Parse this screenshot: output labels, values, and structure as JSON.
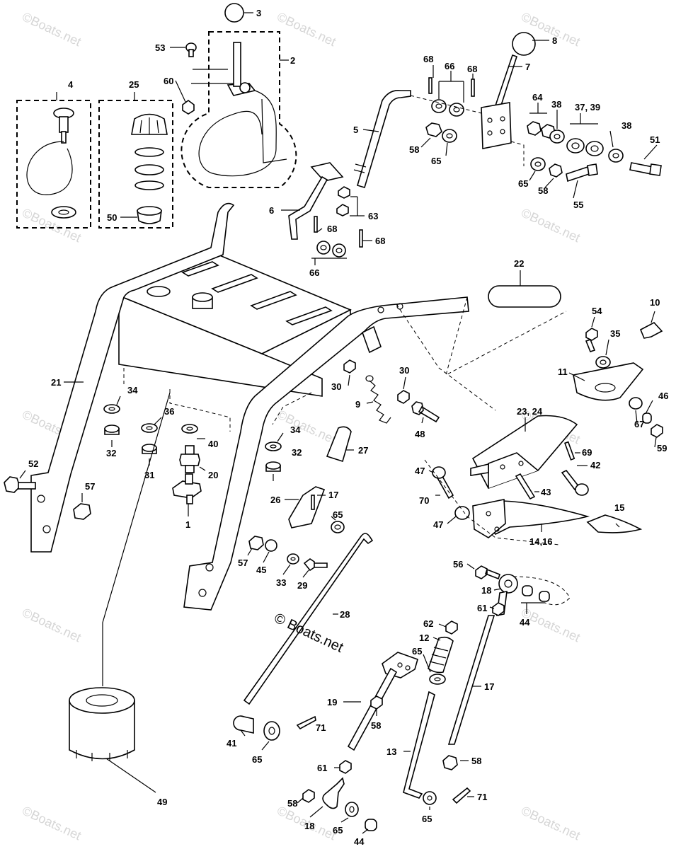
{
  "watermark": "©Boats.net",
  "copyright": "© Boats.net",
  "labels": {
    "l1": "1",
    "l2": "2",
    "l3": "3",
    "l4": "4",
    "l5": "5",
    "l6": "6",
    "l7": "7",
    "l8": "8",
    "l9": "9",
    "l10": "10",
    "l11": "11",
    "l12": "12",
    "l13": "13",
    "l1416": "14,16",
    "l15": "15",
    "l17a": "17",
    "l17b": "17",
    "l18a": "18",
    "l18b": "18",
    "l19": "19",
    "l20": "20",
    "l21": "21",
    "l22": "22",
    "l2324": "23, 24",
    "l25": "25",
    "l26": "26",
    "l27": "27",
    "l28": "28",
    "l29": "29",
    "l30a": "30",
    "l30b": "30",
    "l31": "31",
    "l32a": "32",
    "l32b": "32",
    "l33": "33",
    "l34a": "34",
    "l34b": "34",
    "l35": "35",
    "l36": "36",
    "l3739": "37, 39",
    "l38a": "38",
    "l38b": "38",
    "l40": "40",
    "l41": "41",
    "l42": "42",
    "l43": "43",
    "l44a": "44",
    "l44b": "44",
    "l45": "45",
    "l46": "46",
    "l47a": "47",
    "l47b": "47",
    "l48": "48",
    "l49": "49",
    "l50": "50",
    "l51": "51",
    "l52": "52",
    "l53": "53",
    "l54": "54",
    "l55": "55",
    "l56": "56",
    "l57a": "57",
    "l57b": "57",
    "l58a": "58",
    "l58b": "58",
    "l58c": "58",
    "l58d": "58",
    "l58e": "58",
    "l59": "59",
    "l60": "60",
    "l61a": "61",
    "l61b": "61",
    "l62": "62",
    "l63": "63",
    "l64": "64",
    "l65a": "65",
    "l65b": "65",
    "l65c": "65",
    "l65d": "65",
    "l65e": "65",
    "l65f": "65",
    "l65g": "65",
    "l66a": "66",
    "l66b": "66",
    "l67": "67",
    "l68a": "68",
    "l68b": "68",
    "l68c": "68",
    "l68d": "68",
    "l69": "69",
    "l70": "70",
    "l71a": "71",
    "l71b": "71"
  }
}
